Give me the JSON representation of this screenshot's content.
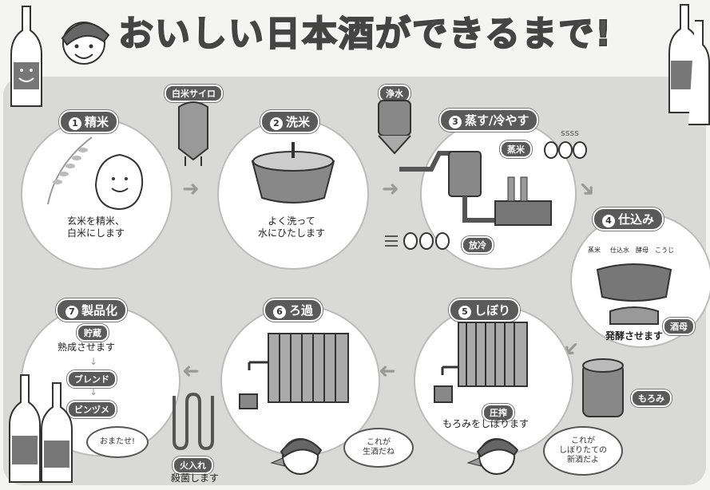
{
  "title": "おいしい日本酒ができるまで!",
  "labels": {
    "silo": "白米サイロ",
    "water": "浄水",
    "steamed_rice": "蒸米",
    "cooling": "放冷",
    "starter": "酒母",
    "moromi": "もろみ",
    "press": "圧搾",
    "pasteurize": "火入れ"
  },
  "steps": [
    {
      "num": "1",
      "name": "精米",
      "desc_1": "玄米を精米、",
      "desc_2": "白米にします"
    },
    {
      "num": "2",
      "name": "洗米",
      "desc_1": "よく洗って",
      "desc_2": "水にひたします"
    },
    {
      "num": "3",
      "name": "蒸す/冷やす"
    },
    {
      "num": "4",
      "name": "仕込み",
      "ingredients": [
        "蒸米",
        "仕込水",
        "酵母",
        "こうじ"
      ],
      "desc_1": "発酵させます"
    },
    {
      "num": "5",
      "name": "しぼり",
      "desc_1": "もろみをしぼります"
    },
    {
      "num": "6",
      "name": "ろ過"
    },
    {
      "num": "7",
      "name": "製品化",
      "sub_1": "貯蔵",
      "desc_1": "熟成させます",
      "sub_2": "ブレンド",
      "sub_3": "ビンヅメ"
    }
  ],
  "pasteurize_desc": "殺菌します",
  "bubbles": {
    "kanpai": "おまたせ!",
    "namazake_1": "これが",
    "namazake_2": "生酒だね",
    "shinshu_1": "これが",
    "shinshu_2": "しぼりたての",
    "shinshu_3": "新酒だよ"
  }
}
